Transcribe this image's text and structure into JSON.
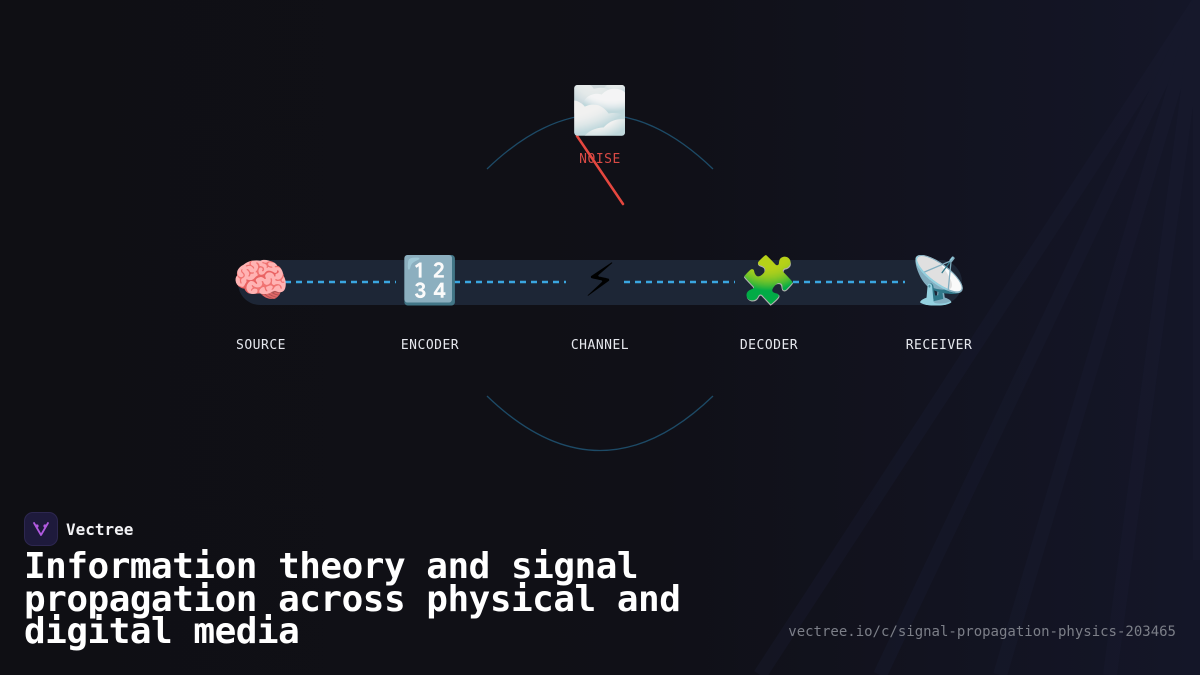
{
  "diagram": {
    "nodes": [
      {
        "id": "source",
        "label": "SOURCE",
        "icon": "🧠",
        "icon_name": "brain-icon"
      },
      {
        "id": "encoder",
        "label": "ENCODER",
        "icon": "🔢",
        "icon_name": "numbers-icon"
      },
      {
        "id": "channel",
        "label": "CHANNEL",
        "icon": "⚡",
        "icon_name": "lightning-icon"
      },
      {
        "id": "decoder",
        "label": "DECODER",
        "icon": "🧩",
        "icon_name": "puzzle-icon"
      },
      {
        "id": "receiver",
        "label": "RECEIVER",
        "icon": "📡",
        "icon_name": "satellite-dish-icon"
      }
    ],
    "noise": {
      "label": "NOISE",
      "icon": "🌫️",
      "icon_name": "fog-icon"
    },
    "colors": {
      "link": "#3aa6e0",
      "noise": "#e5473f",
      "track": "#1d2636",
      "arc": "#1d4a66"
    }
  },
  "brand": {
    "name": "Vectree",
    "logo_color": "#b15ae0"
  },
  "headline": "Information theory and signal propagation across physical and digital media",
  "url": "vectree.io/c/signal-propagation-physics-203465"
}
